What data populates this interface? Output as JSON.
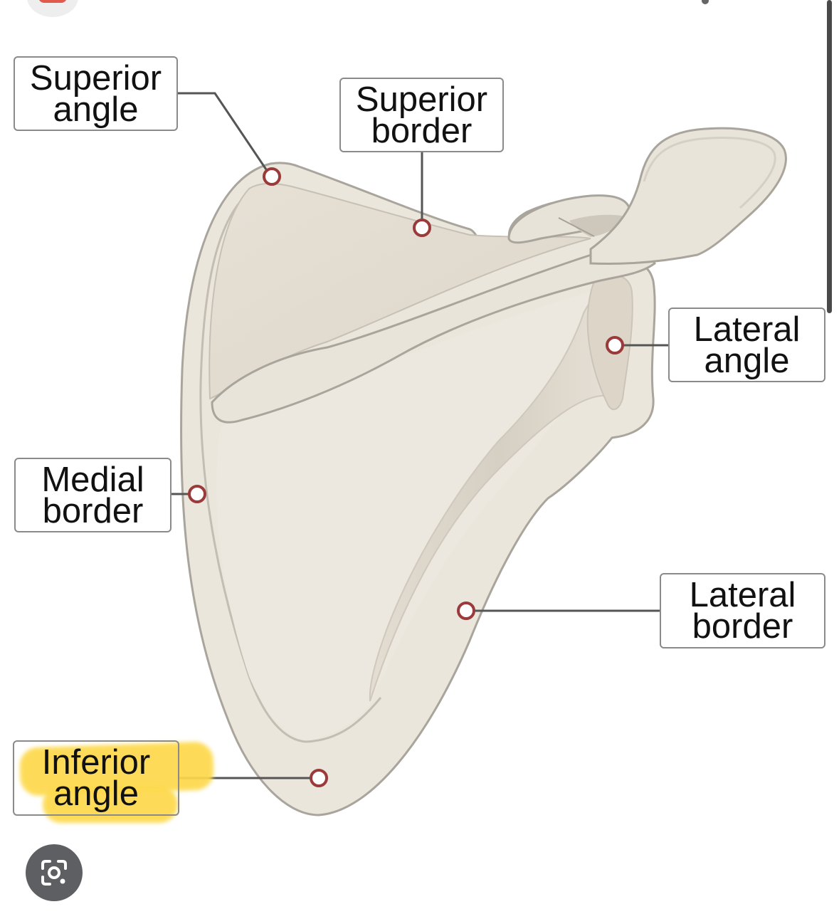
{
  "labels": {
    "superior_angle": [
      "Superior",
      "angle"
    ],
    "superior_border": [
      "Superior",
      "border"
    ],
    "lateral_angle": [
      "Lateral",
      "angle"
    ],
    "medial_border": [
      "Medial",
      "border"
    ],
    "lateral_border": [
      "Lateral",
      "border"
    ],
    "inferior_angle": [
      "Inferior",
      "angle"
    ]
  },
  "colors": {
    "bone_fill": "#ebe6dc",
    "bone_outline": "#b2ada4",
    "marker": "#9b3a3a",
    "leader_line": "#555555",
    "highlight": "#fdd94c"
  },
  "icons": {
    "lens_button": "google-lens-icon"
  }
}
